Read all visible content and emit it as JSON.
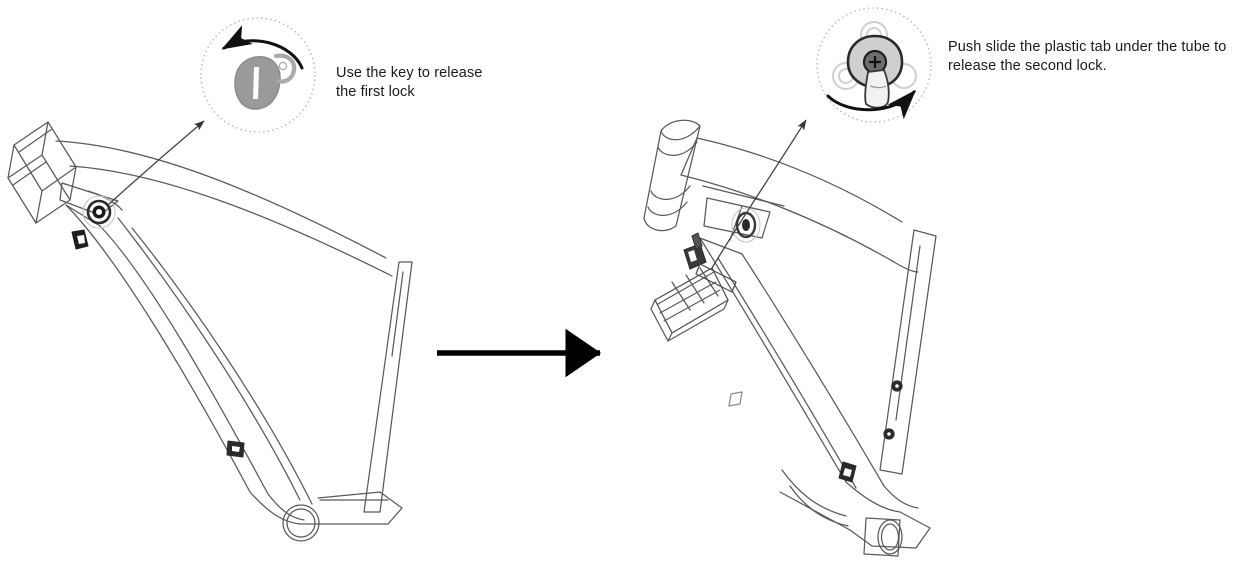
{
  "document": {
    "kind": "instruction-diagram",
    "subject": "E-bike frame battery removal",
    "background_color": "#ffffff",
    "line_color": "#555555",
    "text_color": "#1a1a1a",
    "accent_color": "#000000",
    "key_fill_color": "#999999"
  },
  "steps": [
    {
      "id": "step-1",
      "caption": "Use the key to release\nthe first lock",
      "callout": {
        "name": "key-rotation-callout",
        "icon": "key-icon",
        "arrow": "curved-arrow-counterclockwise",
        "border_style": "dotted-circle"
      },
      "frame": {
        "name": "bicycle-frame-side-view",
        "view": "side",
        "parts": [
          "head-tube",
          "top-tube",
          "down-tube",
          "seat-tube",
          "chain-stay",
          "bottom-bracket",
          "lock-barrel",
          "charge-port"
        ]
      }
    },
    {
      "id": "step-2",
      "caption": "Push slide the plastic tab under the tube to\nrelease the second lock.",
      "callout": {
        "name": "plastic-tab-callout",
        "icon": "thumb-push-icon",
        "arrow": "curved-arrow-clockwise",
        "border_style": "dotted-circle"
      },
      "frame": {
        "name": "bicycle-frame-angled-view",
        "view": "three-quarter",
        "parts": [
          "head-tube",
          "top-tube",
          "down-tube",
          "seat-tube",
          "chain-stay",
          "bottom-bracket",
          "lock-barrel",
          "battery-pack",
          "battery-connector",
          "plastic-tab",
          "mount-bolt-upper",
          "mount-bolt-lower",
          "charge-port",
          "cable-port"
        ]
      }
    }
  ],
  "flow": {
    "name": "step-progression-arrow",
    "direction": "left-to-right",
    "style": "solid-black"
  }
}
